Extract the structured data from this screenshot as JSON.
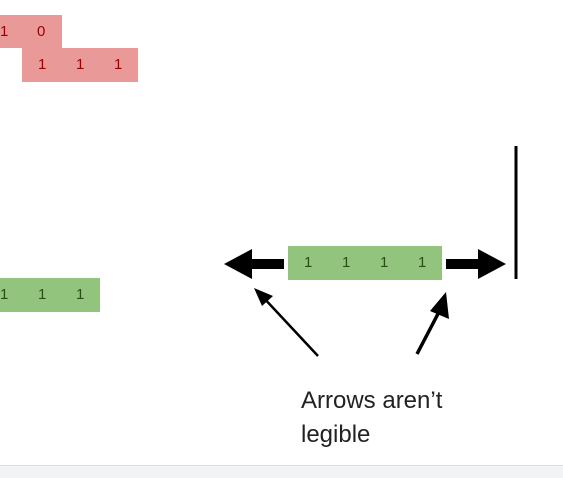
{
  "strips": {
    "red_top": [
      "1",
      "0"
    ],
    "red_bottom": [
      "1",
      "1",
      "1"
    ],
    "green_left": [
      "1",
      "1",
      "1"
    ],
    "green_mid": [
      "1",
      "1",
      "1",
      "1"
    ]
  },
  "annotation": {
    "line1": "Arrows aren’t",
    "line2": "legible"
  },
  "colors": {
    "red_fill": "#ea9999",
    "red_text": "#990000",
    "green_fill": "#93c47d",
    "green_text": "#274e13",
    "arrow": "#000000"
  }
}
